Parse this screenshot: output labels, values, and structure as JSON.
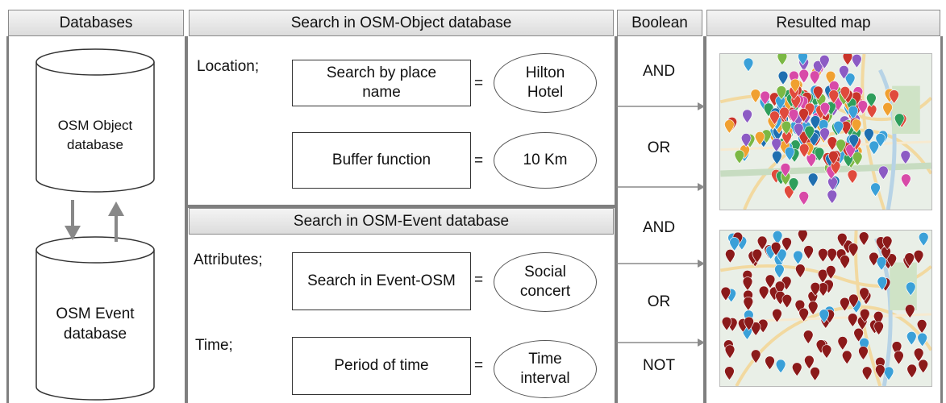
{
  "headers": {
    "databases": "Databases",
    "search_object": "Search in OSM-Object database",
    "boolean": "Boolean",
    "resulted_map": "Resulted map",
    "search_event": "Search in OSM-Event database"
  },
  "databases": {
    "object_line1": "OSM Object",
    "object_line2": "database",
    "event_line1": "OSM Event",
    "event_line2": "database"
  },
  "object_search": {
    "location_label": "Location;",
    "place_box": "Search by place name",
    "place_value": "Hilton Hotel",
    "buffer_box": "Buffer function",
    "buffer_value": "10 Km"
  },
  "event_search": {
    "attributes_label": "Attributes;",
    "event_box": "Search in Event-OSM",
    "event_value": "Social concert",
    "time_label": "Time;",
    "period_box": "Period of time",
    "period_value": "Time interval"
  },
  "operators": {
    "equals": "="
  },
  "boolean_ops": [
    "AND",
    "OR",
    "AND",
    "OR",
    "NOT"
  ],
  "colors": {
    "header_fill": "#e6e6e6",
    "divider": "#7f7f7f",
    "marker_red": "#8b1a1a",
    "marker_blue": "#3aa0d8"
  }
}
